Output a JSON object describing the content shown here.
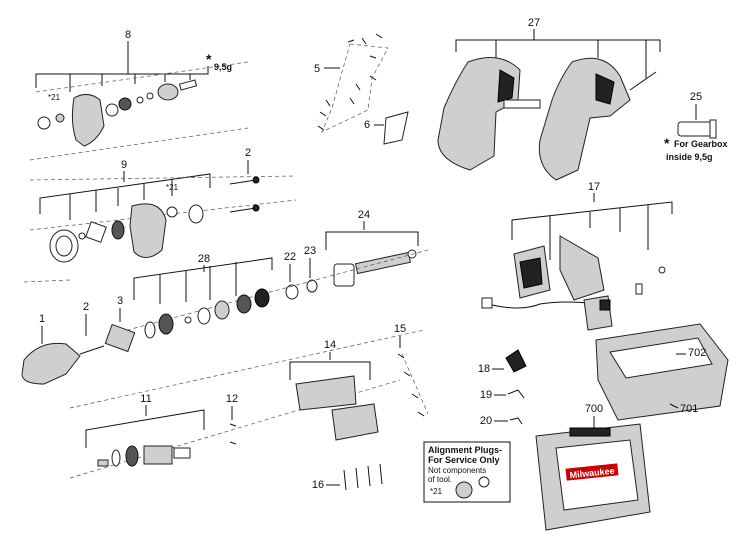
{
  "callouts": {
    "c1": "1",
    "c2a": "2",
    "c2b": "2",
    "c3": "3",
    "c5": "5",
    "c6": "6",
    "c8": "8",
    "c9": "9",
    "c11": "11",
    "c12": "12",
    "c14": "14",
    "c15": "15",
    "c16": "16",
    "c17": "17",
    "c18": "18",
    "c19": "19",
    "c20": "20",
    "c22": "22",
    "c23": "23",
    "c24": "24",
    "c25": "25",
    "c27": "27",
    "c28": "28",
    "c700": "700",
    "c701": "701",
    "c702": "702"
  },
  "notes": {
    "star21a": "*21",
    "star21b": "*21",
    "star21c": "*21",
    "grease_weight": "9,5g",
    "grease_star": "*",
    "gearbox_line1": "For Gearbox",
    "gearbox_line2": "inside 9,5g"
  },
  "alignment_box": {
    "line1": "Alignment Plugs-",
    "line2": "For Service Only",
    "line3": "Not components",
    "line4": "of tool."
  },
  "case_brand": "Milwaukee"
}
